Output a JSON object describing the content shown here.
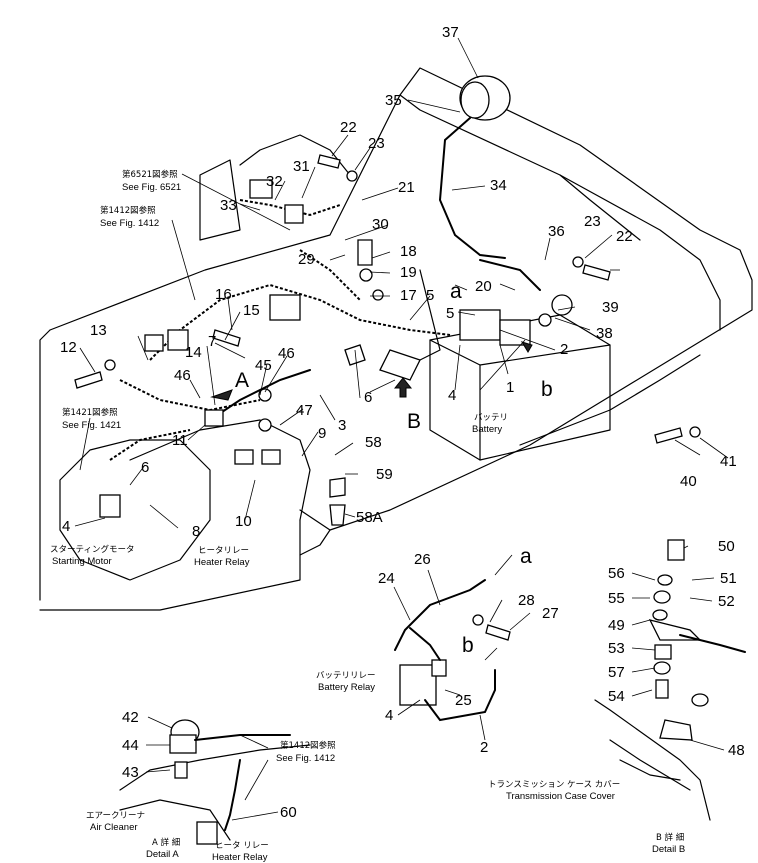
{
  "callouts": {
    "n1": "1",
    "n2": "2",
    "n3": "3",
    "n4": "4",
    "n5": "5",
    "n6": "6",
    "n7": "7",
    "n8": "8",
    "n9": "9",
    "n10": "10",
    "n11": "11",
    "n12": "12",
    "n13": "13",
    "n14": "14",
    "n15": "15",
    "n16": "16",
    "n17": "17",
    "n18": "18",
    "n19": "19",
    "n20": "20",
    "n21": "21",
    "n22": "22",
    "n23": "23",
    "n24": "24",
    "n25": "25",
    "n26": "26",
    "n27": "27",
    "n28": "28",
    "n29": "29",
    "n30": "30",
    "n31": "31",
    "n32": "32",
    "n33": "33",
    "n34": "34",
    "n35": "35",
    "n36": "36",
    "n37": "37",
    "n38": "38",
    "n39": "39",
    "n40": "40",
    "n41": "41",
    "n42": "42",
    "n43": "43",
    "n44": "44",
    "n45": "45",
    "n46": "46",
    "n47": "47",
    "n48": "48",
    "n49": "49",
    "n50": "50",
    "n51": "51",
    "n52": "52",
    "n53": "53",
    "n54": "54",
    "n55": "55",
    "n56": "56",
    "n57": "57",
    "n58": "58",
    "n59": "59",
    "n60": "60",
    "n58A": "58A"
  },
  "view_markers": {
    "A": "A",
    "B": "B",
    "a": "a",
    "b": "b"
  },
  "fig_refs": {
    "fig6521_jp": "第6521図参照",
    "fig6521_en": "See Fig. 6521",
    "fig1412_jp": "第1412図参照",
    "fig1412_en": "See Fig. 1412",
    "fig1421_jp": "第1421図参照",
    "fig1421_en": "See Fig. 1421",
    "fig1412b_jp": "第1412図参照",
    "fig1412b_en": "See Fig. 1412"
  },
  "labels": {
    "battery_jp": "バッテリ",
    "battery_en": "Battery",
    "starting_motor_jp": "スターティングモータ",
    "starting_motor_en": "Starting Motor",
    "heater_relay_jp": "ヒータリレー",
    "heater_relay_en": "Heater Relay",
    "battery_relay_jp": "バッテリリレー",
    "battery_relay_en": "Battery Relay",
    "air_cleaner_jp": "エアークリーナ",
    "air_cleaner_en": "Air Cleaner",
    "detail_a_jp": "A 詳 細",
    "detail_a_en": "Detail A",
    "heater_relay2_jp": "ヒータ リレー",
    "heater_relay2_en": "Heater Relay",
    "trans_cover_jp": "トランスミッション ケース カバー",
    "trans_cover_en": "Transmission Case Cover",
    "detail_b_jp": "B 詳 細",
    "detail_b_en": "Detail B"
  }
}
